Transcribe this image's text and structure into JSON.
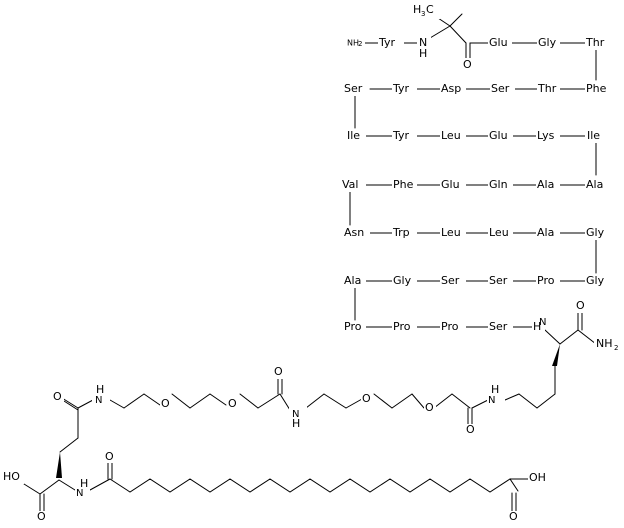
{
  "n_terminus": {
    "amine": "NH",
    "amine_sub": "2"
  },
  "aib": {
    "methyl": "H",
    "methyl_sub": "3",
    "methyl_post": "C",
    "n_h": "H"
  },
  "residues": {
    "row1": [
      "Tyr",
      "Glu",
      "Gly",
      "Thr"
    ],
    "row2": [
      "Ser",
      "Tyr",
      "Asp",
      "Ser",
      "Thr",
      "Phe"
    ],
    "row3": [
      "Ile",
      "Tyr",
      "Leu",
      "Glu",
      "Lys",
      "Ile"
    ],
    "row4": [
      "Val",
      "Phe",
      "Glu",
      "Gln",
      "Ala",
      "Ala"
    ],
    "row5": [
      "Asn",
      "Trp",
      "Leu",
      "Leu",
      "Ala",
      "Gly"
    ],
    "row6": [
      "Ala",
      "Gly",
      "Ser",
      "Ser",
      "Pro",
      "Gly"
    ],
    "row7": [
      "Pro",
      "Pro",
      "Pro",
      "Ser"
    ]
  },
  "atoms": {
    "N": "N",
    "H": "H",
    "O": "O",
    "NH": "NH",
    "NH2": "NH",
    "NH2_sub": "2",
    "HO": "HO",
    "OH": "OH"
  }
}
